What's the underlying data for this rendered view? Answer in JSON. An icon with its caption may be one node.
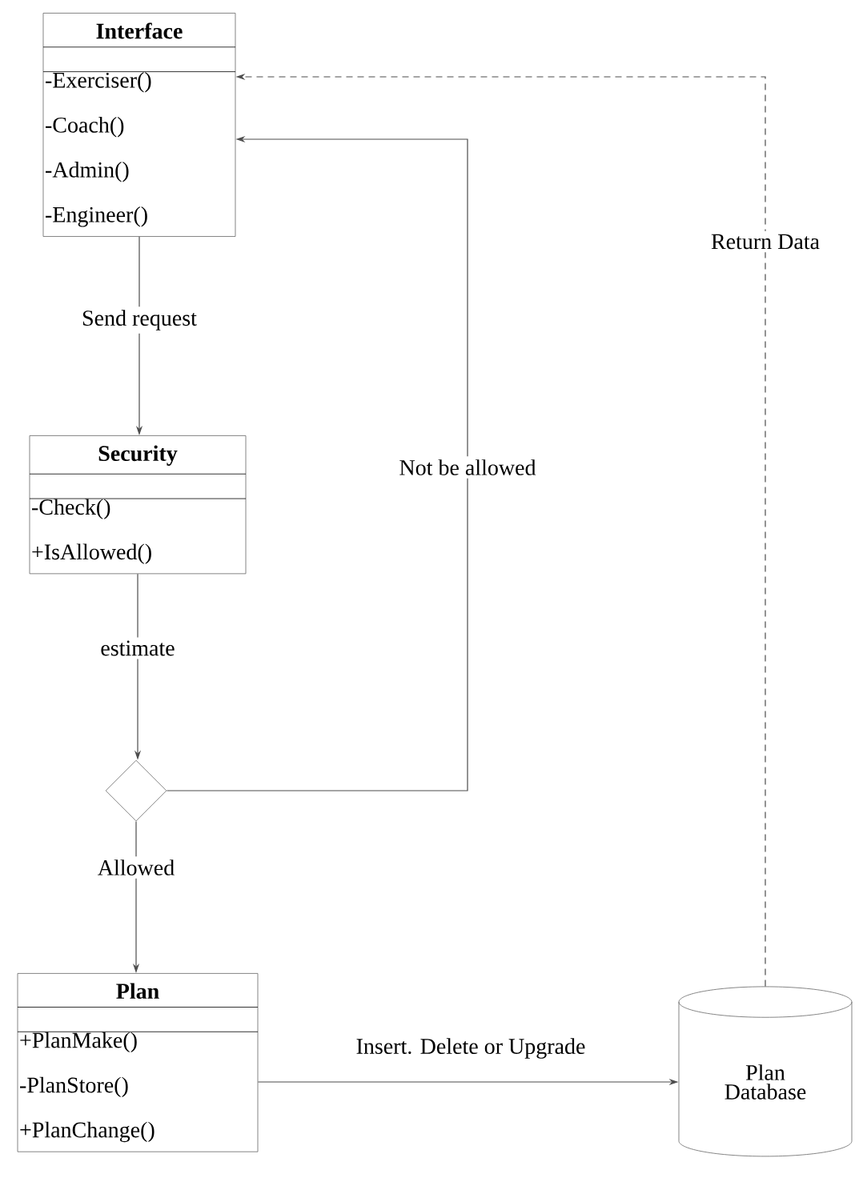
{
  "diagram": {
    "nodes": [
      {
        "text": [
          "Interface",
          "-Exerciser()",
          "-Coach()",
          "-Admin()",
          "-Engineer()"
        ]
      },
      {
        "text": [
          "Security",
          "-Check()",
          "+IsAllowed()"
        ]
      },
      {
        "text": [],
        "shape": "diamond"
      },
      {
        "text": [
          "Plan",
          "+PlanMake()",
          "-PlanStore()",
          "+PlanChange()"
        ]
      },
      {
        "text": [
          "Plan Database"
        ]
      }
    ],
    "edges": [
      {
        "from": 0,
        "to": 1,
        "arrow": "to",
        "label": "Send request"
      },
      {
        "from": 1,
        "to": 2,
        "arrow": "to",
        "label": "estimate"
      },
      {
        "from": 2,
        "to": 0,
        "arrow": "to",
        "label": "Not be allowed"
      },
      {
        "from": 2,
        "to": 3,
        "arrow": "to",
        "label": "Allowed"
      },
      {
        "from": 3,
        "to": 4,
        "arrow": "to",
        "label": "Insert. Delete or Upgrade"
      },
      {
        "from": 4,
        "to": 0,
        "arrow": "to",
        "label": "Return Data",
        "style": "dashed"
      }
    ]
  }
}
